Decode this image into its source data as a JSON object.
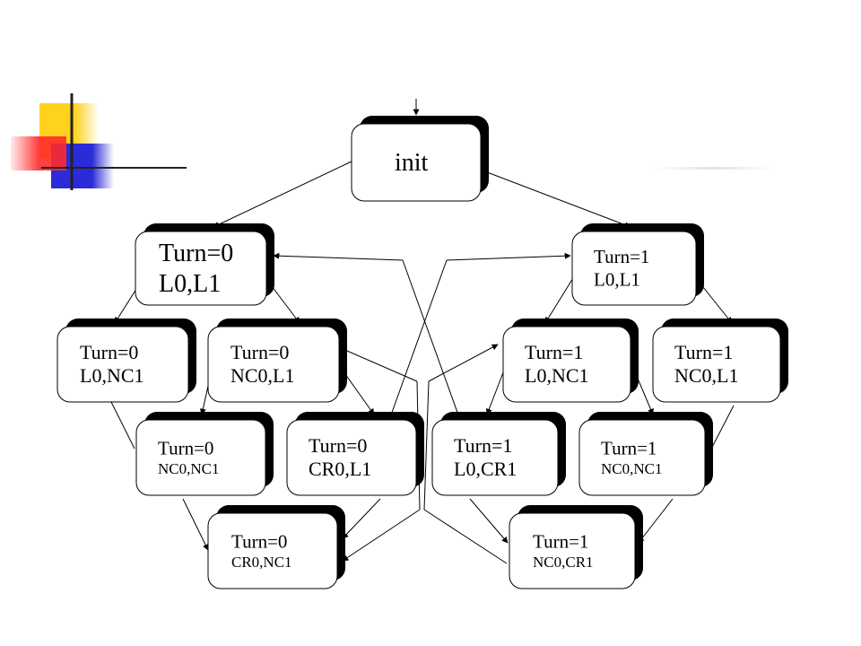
{
  "nodes": [
    {
      "id": "init",
      "lines": [
        "init"
      ]
    },
    {
      "id": "t0-l0-l1",
      "lines": [
        "Turn=0",
        "L0,L1"
      ]
    },
    {
      "id": "t1-l0-l1",
      "lines": [
        "Turn=1",
        "L0,L1"
      ]
    },
    {
      "id": "t0-l0-nc1",
      "lines": [
        "Turn=0",
        "L0,NC1"
      ]
    },
    {
      "id": "t0-nc0-l1",
      "lines": [
        "Turn=0",
        "NC0,L1"
      ]
    },
    {
      "id": "t1-l0-nc1",
      "lines": [
        "Turn=1",
        "L0,NC1"
      ]
    },
    {
      "id": "t1-nc0-l1",
      "lines": [
        "Turn=1",
        "NC0,L1"
      ]
    },
    {
      "id": "t0-nc0-nc1",
      "lines": [
        "Turn=0",
        "NC0,NC1"
      ]
    },
    {
      "id": "t0-cr0-l1",
      "lines": [
        "Turn=0",
        "CR0,L1"
      ]
    },
    {
      "id": "t1-l0-cr1",
      "lines": [
        "Turn=1",
        "L0,CR1"
      ]
    },
    {
      "id": "t1-nc0-nc1",
      "lines": [
        "Turn=1",
        "NC0,NC1"
      ]
    },
    {
      "id": "t0-cr0-nc1",
      "lines": [
        "Turn=0",
        "CR0,NC1"
      ]
    },
    {
      "id": "t1-nc0-cr1",
      "lines": [
        "Turn=1",
        "NC0,CR1"
      ]
    }
  ],
  "colors": {
    "shadow": "#000000",
    "box_fill": "#ffffff",
    "line": "#000000",
    "deco_yellow": "#ffd21f",
    "deco_red": "#ff2a2a",
    "deco_blue": "#2b2bd8",
    "deco_line": "#222222"
  }
}
